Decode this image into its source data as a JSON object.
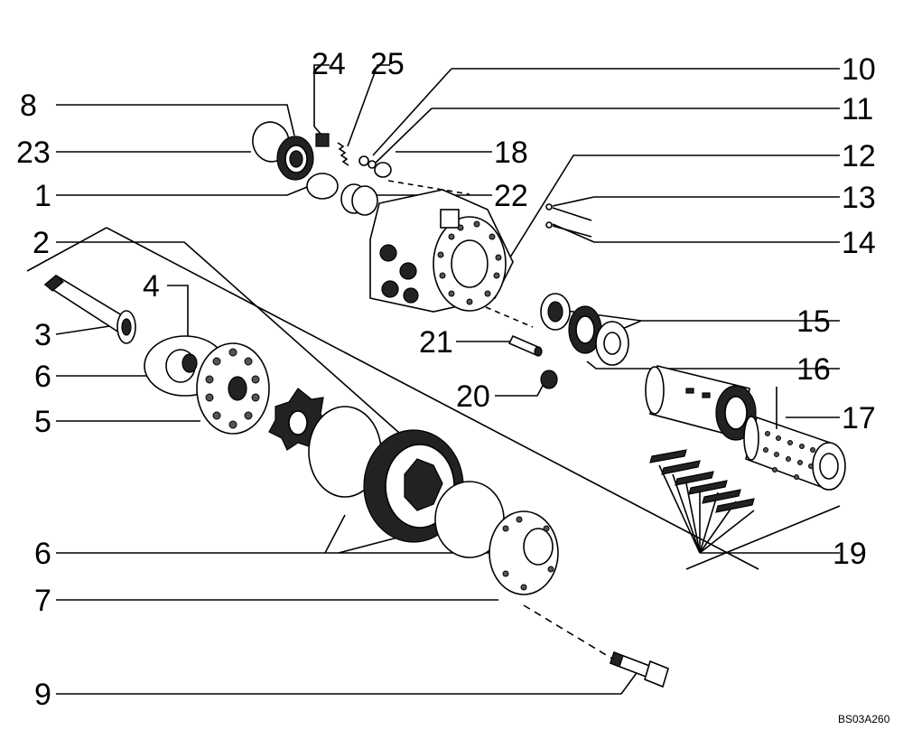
{
  "drawing_code": "BS03A260",
  "callouts": [
    {
      "id": "c24",
      "label": "24"
    },
    {
      "id": "c25",
      "label": "25"
    },
    {
      "id": "c10",
      "label": "10"
    },
    {
      "id": "c8",
      "label": "8"
    },
    {
      "id": "c11",
      "label": "11"
    },
    {
      "id": "c23",
      "label": "23"
    },
    {
      "id": "c18",
      "label": "18"
    },
    {
      "id": "c12",
      "label": "12"
    },
    {
      "id": "c1",
      "label": "1"
    },
    {
      "id": "c22",
      "label": "22"
    },
    {
      "id": "c13",
      "label": "13"
    },
    {
      "id": "c2",
      "label": "2"
    },
    {
      "id": "c14",
      "label": "14"
    },
    {
      "id": "c4",
      "label": "4"
    },
    {
      "id": "c3",
      "label": "3"
    },
    {
      "id": "c15",
      "label": "15"
    },
    {
      "id": "c21",
      "label": "21"
    },
    {
      "id": "c6a",
      "label": "6"
    },
    {
      "id": "c16",
      "label": "16"
    },
    {
      "id": "c20",
      "label": "20"
    },
    {
      "id": "c5",
      "label": "5"
    },
    {
      "id": "c17",
      "label": "17"
    },
    {
      "id": "c6b",
      "label": "6"
    },
    {
      "id": "c19",
      "label": "19"
    },
    {
      "id": "c7",
      "label": "7"
    },
    {
      "id": "c9",
      "label": "9"
    }
  ]
}
